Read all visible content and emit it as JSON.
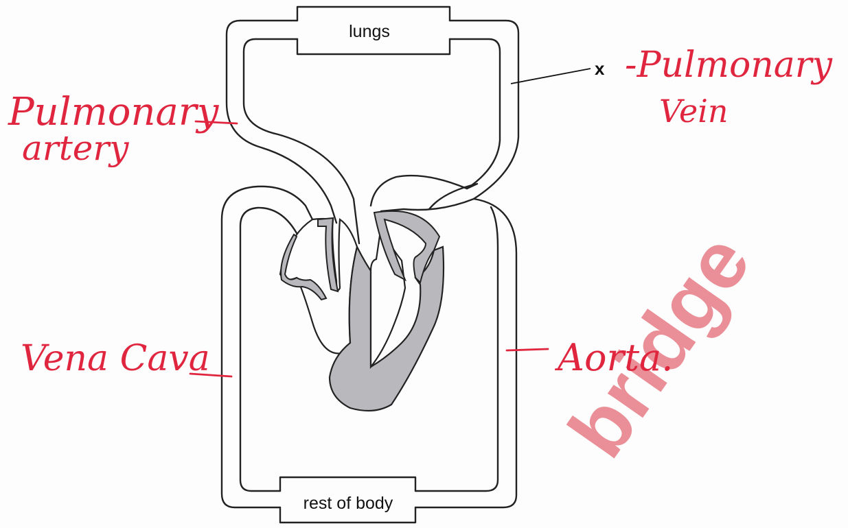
{
  "printed_labels": {
    "lungs": "lungs",
    "body": "rest of body",
    "x": "x"
  },
  "handwritten_labels": {
    "pulmonary_artery_line1": "Pulmonary",
    "pulmonary_artery_line2": "artery",
    "pulmonary_vein_line1": "-Pulmonary",
    "pulmonary_vein_line2": "Vein",
    "vena_cava": "Vena Cava",
    "aorta": "Aorta."
  },
  "watermark": "bridge",
  "colors": {
    "ink": "#e0263f",
    "heart_fill": "#b9b9bd",
    "outline": "#222222",
    "watermark": "#e8848c"
  }
}
